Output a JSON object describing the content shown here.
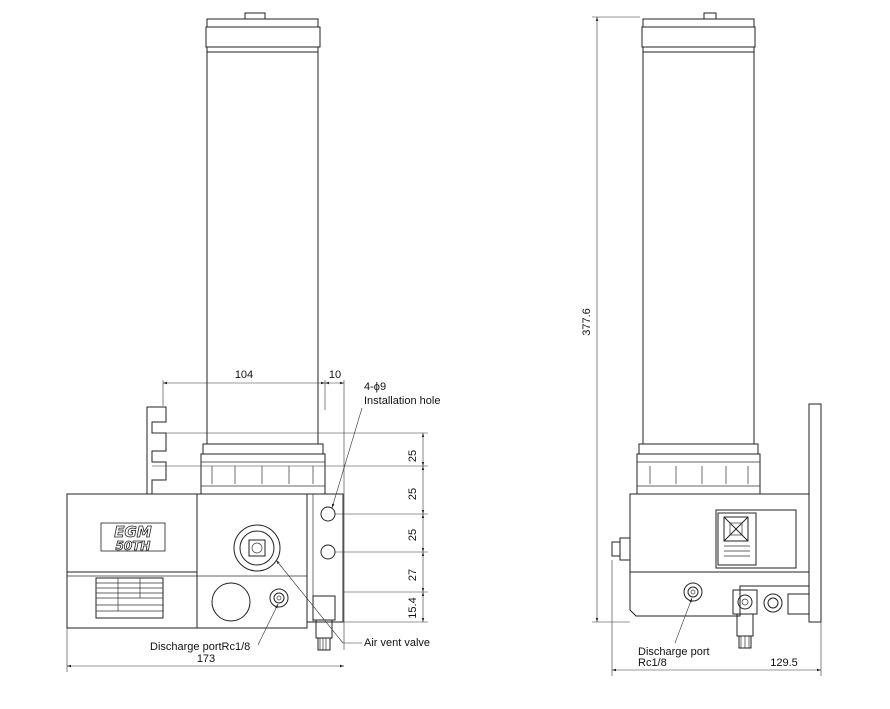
{
  "dimensions": {
    "width_104": "104",
    "width_10": "10",
    "hole_spacing_1": "25",
    "hole_spacing_2": "25",
    "hole_spacing_3": "25",
    "dim_27": "27",
    "dim_15_4": "15.4",
    "overall_width": "173",
    "overall_height": "377.6",
    "side_depth": "129.5"
  },
  "callouts": {
    "installation_hole_size": "4-ϕ9",
    "installation_hole_label": "Installation hole",
    "air_vent_valve": "Air vent valve",
    "discharge_port_front": "Discharge portRc1/8",
    "discharge_port_side_line1": "Discharge port",
    "discharge_port_side_line2": "Rc1/8"
  },
  "logo": {
    "line1": "EGM",
    "line2": "50TH"
  }
}
